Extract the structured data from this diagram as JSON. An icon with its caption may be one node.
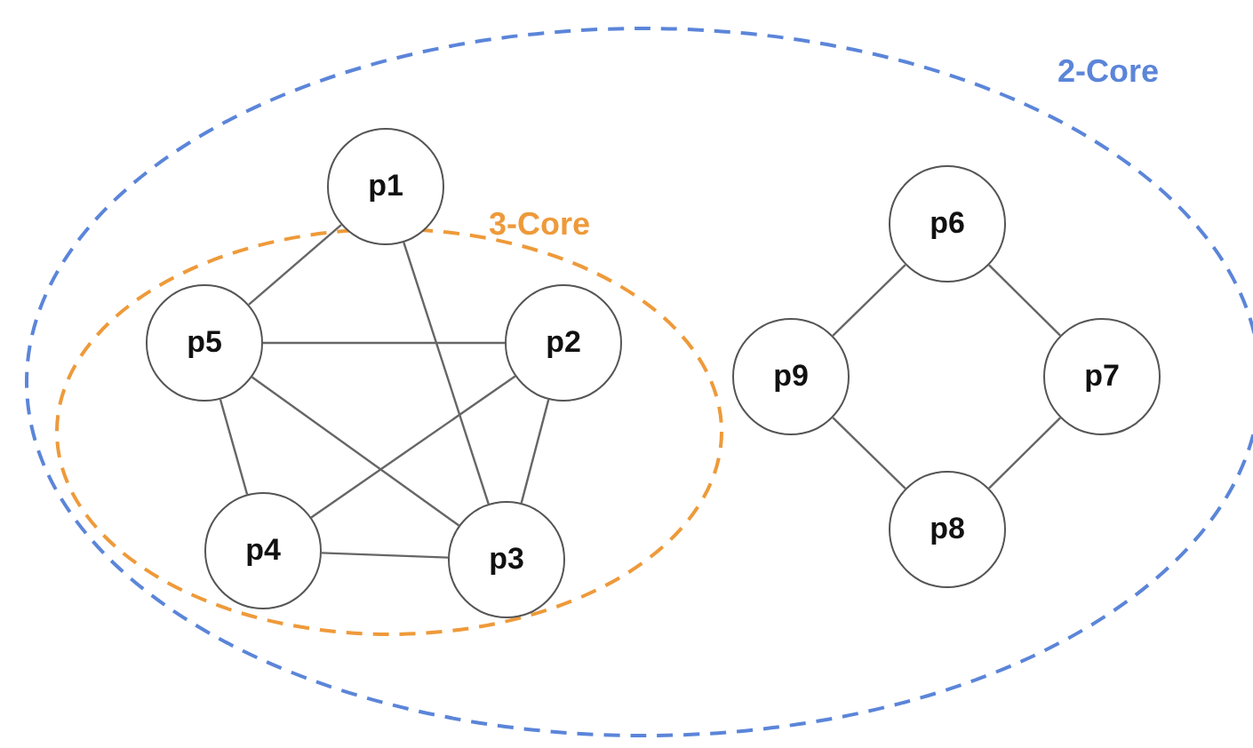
{
  "diagram": {
    "nodes": [
      {
        "text": [
          "2-Core"
        ]
      },
      {
        "text": [
          "3-Core"
        ],
        "in": 0
      },
      {
        "text": [
          "p1"
        ],
        "in": 0
      },
      {
        "text": [
          "p5"
        ],
        "in": 1
      },
      {
        "text": [
          "p2"
        ],
        "in": 1
      },
      {
        "text": [
          "p4"
        ],
        "in": 1
      },
      {
        "text": [
          "p3"
        ],
        "in": 1
      },
      {
        "text": [
          "p6"
        ],
        "in": 0
      },
      {
        "text": [
          "p9"
        ],
        "in": 0
      },
      {
        "text": [
          "p7"
        ],
        "in": 0
      },
      {
        "text": [
          "p8"
        ],
        "in": 0
      }
    ],
    "edges": [
      {
        "from": 2,
        "to": 3,
        "arrow": "none"
      },
      {
        "from": 2,
        "to": 6,
        "arrow": "none"
      },
      {
        "from": 3,
        "to": 4,
        "arrow": "none"
      },
      {
        "from": 3,
        "to": 6,
        "arrow": "none"
      },
      {
        "from": 3,
        "to": 5,
        "arrow": "none"
      },
      {
        "from": 4,
        "to": 5,
        "arrow": "none"
      },
      {
        "from": 4,
        "to": 6,
        "arrow": "none"
      },
      {
        "from": 5,
        "to": 6,
        "arrow": "none"
      },
      {
        "from": 7,
        "to": 8,
        "arrow": "none"
      },
      {
        "from": 7,
        "to": 9,
        "arrow": "none"
      },
      {
        "from": 8,
        "to": 10,
        "arrow": "none"
      },
      {
        "from": 9,
        "to": 10,
        "arrow": "none"
      }
    ]
  }
}
